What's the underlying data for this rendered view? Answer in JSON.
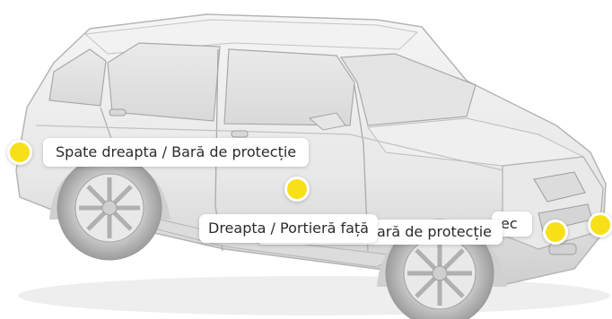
{
  "colors": {
    "hotspot": "#f7e017",
    "label_background": "#ffffff",
    "label_text": "#2b2b2b"
  },
  "labels": {
    "rear_right_bumper": "Spate dreapta / Bară de protecție",
    "right_front_door": "Dreapta / Portieră față",
    "front_bumper_partial": "ară de protecție",
    "front_right_partial": "ec"
  }
}
